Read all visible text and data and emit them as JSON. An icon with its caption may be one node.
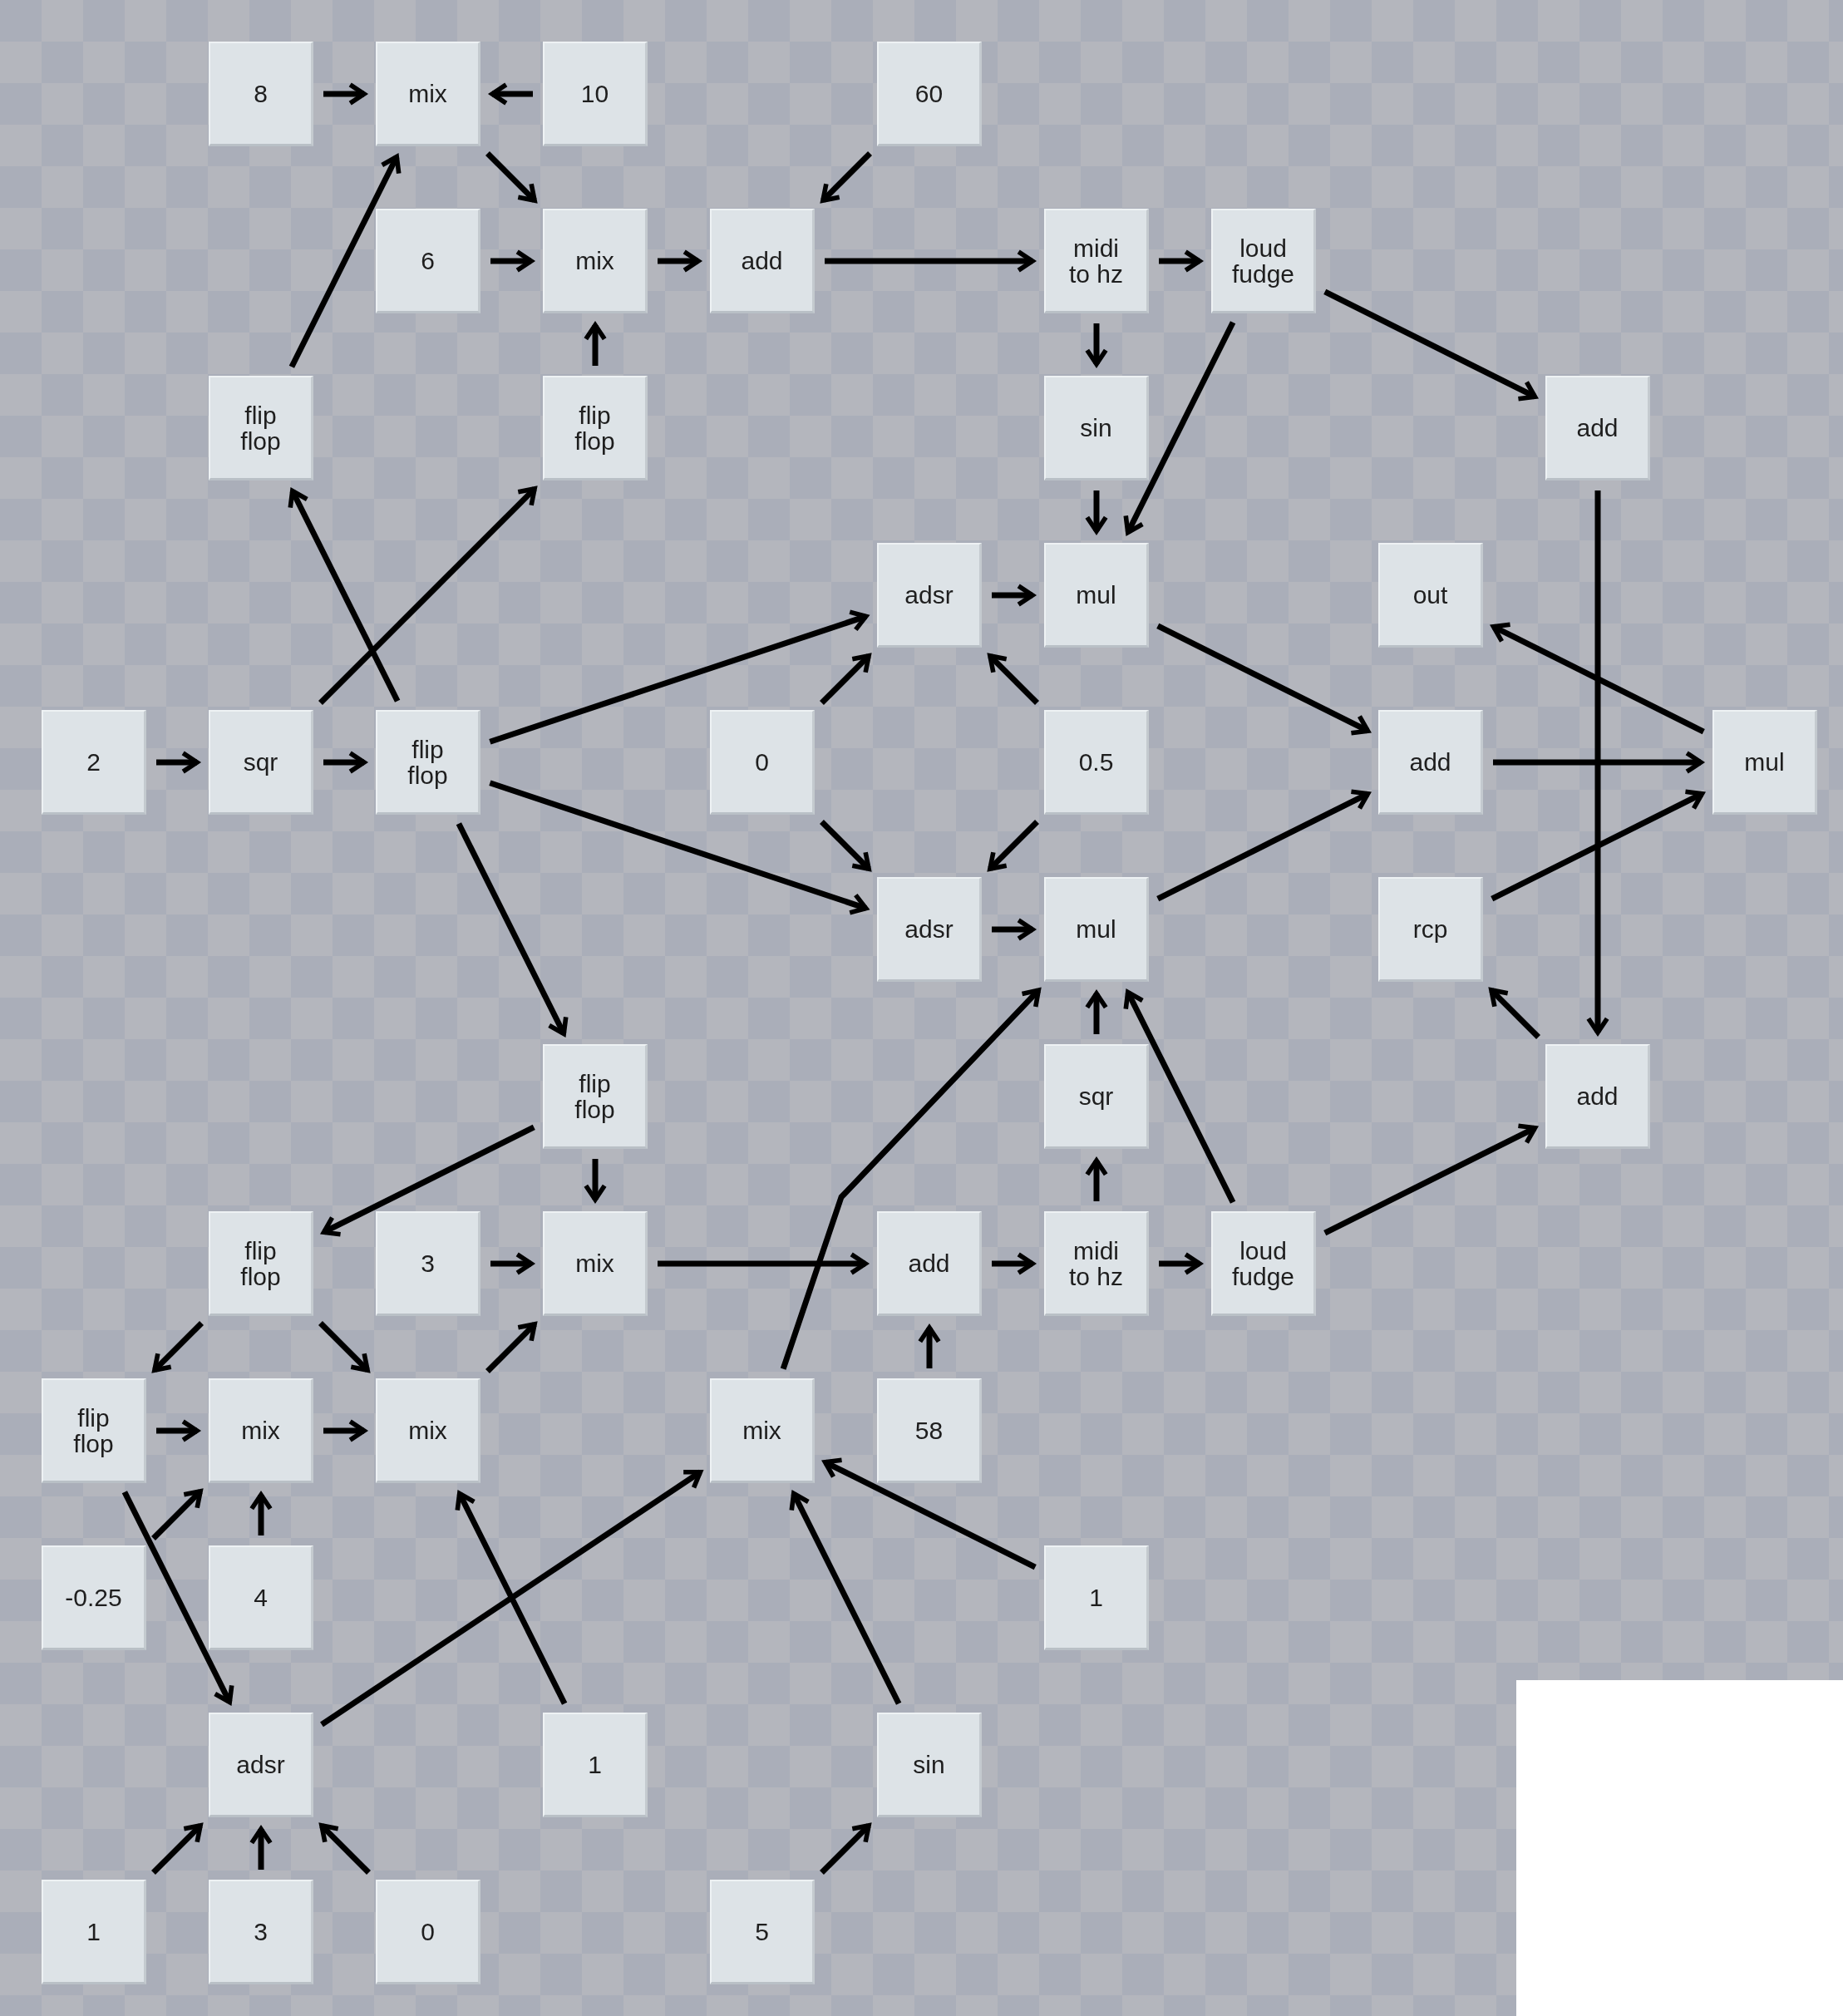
{
  "diagram": {
    "nodes": [
      {
        "text": [
          "8"
        ]
      },
      {
        "text": [
          "mix"
        ]
      },
      {
        "text": [
          "10"
        ]
      },
      {
        "text": [
          "60"
        ]
      },
      {
        "text": [
          "6"
        ]
      },
      {
        "text": [
          "mix"
        ]
      },
      {
        "text": [
          "add"
        ]
      },
      {
        "text": [
          "midi to hz"
        ]
      },
      {
        "text": [
          "loud fudge"
        ]
      },
      {
        "text": [
          "flip flop"
        ]
      },
      {
        "text": [
          "flip flop"
        ]
      },
      {
        "text": [
          "sin"
        ]
      },
      {
        "text": [
          "add"
        ]
      },
      {
        "text": [
          "adsr"
        ]
      },
      {
        "text": [
          "mul"
        ]
      },
      {
        "text": [
          "out"
        ]
      },
      {
        "text": [
          "2"
        ]
      },
      {
        "text": [
          "sqr"
        ]
      },
      {
        "text": [
          "flip flop"
        ]
      },
      {
        "text": [
          "0"
        ]
      },
      {
        "text": [
          "0.5"
        ]
      },
      {
        "text": [
          "add"
        ]
      },
      {
        "text": [
          "mul"
        ]
      },
      {
        "text": [
          "adsr"
        ]
      },
      {
        "text": [
          "mul"
        ]
      },
      {
        "text": [
          "rcp"
        ]
      },
      {
        "text": [
          "flip flop"
        ]
      },
      {
        "text": [
          "sqr"
        ]
      },
      {
        "text": [
          "add"
        ]
      },
      {
        "text": [
          "flip flop"
        ]
      },
      {
        "text": [
          "3"
        ]
      },
      {
        "text": [
          "mix"
        ]
      },
      {
        "text": [
          "add"
        ]
      },
      {
        "text": [
          "midi to hz"
        ]
      },
      {
        "text": [
          "loud fudge"
        ]
      },
      {
        "text": [
          "flip flop"
        ]
      },
      {
        "text": [
          "mix"
        ]
      },
      {
        "text": [
          "mix"
        ]
      },
      {
        "text": [
          "mix"
        ]
      },
      {
        "text": [
          "58"
        ]
      },
      {
        "text": [
          "-0.25"
        ]
      },
      {
        "text": [
          "4"
        ]
      },
      {
        "text": [
          "1"
        ]
      },
      {
        "text": [
          "adsr"
        ]
      },
      {
        "text": [
          "1"
        ]
      },
      {
        "text": [
          "sin"
        ]
      },
      {
        "text": [
          "1"
        ]
      },
      {
        "text": [
          "3"
        ]
      },
      {
        "text": [
          "0"
        ]
      },
      {
        "text": [
          "5"
        ]
      }
    ],
    "edges": [
      {
        "from": 0,
        "to": 1,
        "arrow": "to"
      },
      {
        "from": 2,
        "to": 1,
        "arrow": "to"
      },
      {
        "from": 1,
        "to": 5,
        "arrow": "to"
      },
      {
        "from": 3,
        "to": 6,
        "arrow": "to"
      },
      {
        "from": 4,
        "to": 5,
        "arrow": "to"
      },
      {
        "from": 5,
        "to": 6,
        "arrow": "to"
      },
      {
        "from": 6,
        "to": 7,
        "arrow": "to"
      },
      {
        "from": 7,
        "to": 8,
        "arrow": "to"
      },
      {
        "from": 7,
        "to": 11,
        "arrow": "to"
      },
      {
        "from": 8,
        "to": 14,
        "arrow": "to"
      },
      {
        "from": 8,
        "to": 12,
        "arrow": "to"
      },
      {
        "from": 10,
        "to": 5,
        "arrow": "to"
      },
      {
        "from": 9,
        "to": 1,
        "arrow": "to"
      },
      {
        "from": 11,
        "to": 14,
        "arrow": "to"
      },
      {
        "from": 12,
        "to": 28,
        "arrow": "to"
      },
      {
        "from": 13,
        "to": 14,
        "arrow": "to"
      },
      {
        "from": 14,
        "to": 21,
        "arrow": "to"
      },
      {
        "from": 22,
        "to": 15,
        "arrow": "to"
      },
      {
        "from": 21,
        "to": 22,
        "arrow": "to"
      },
      {
        "from": 25,
        "to": 22,
        "arrow": "to"
      },
      {
        "from": 24,
        "to": 21,
        "arrow": "to"
      },
      {
        "from": 28,
        "to": 25,
        "arrow": "to"
      },
      {
        "from": 34,
        "to": 28,
        "arrow": "to"
      },
      {
        "from": 16,
        "to": 17,
        "arrow": "to"
      },
      {
        "from": 17,
        "to": 18,
        "arrow": "to"
      },
      {
        "from": 17,
        "to": 10,
        "arrow": "to"
      },
      {
        "from": 18,
        "to": 9,
        "arrow": "to"
      },
      {
        "from": 18,
        "to": 13,
        "arrow": "to"
      },
      {
        "from": 18,
        "to": 23,
        "arrow": "to"
      },
      {
        "from": 18,
        "to": 26,
        "arrow": "to"
      },
      {
        "from": 19,
        "to": 13,
        "arrow": "to"
      },
      {
        "from": 19,
        "to": 23,
        "arrow": "to"
      },
      {
        "from": 20,
        "to": 13,
        "arrow": "to"
      },
      {
        "from": 20,
        "to": 23,
        "arrow": "to"
      },
      {
        "from": 23,
        "to": 24,
        "arrow": "to"
      },
      {
        "from": 27,
        "to": 24,
        "arrow": "to"
      },
      {
        "from": 33,
        "to": 27,
        "arrow": "to"
      },
      {
        "from": 34,
        "to": 24,
        "arrow": "to"
      },
      {
        "from": 38,
        "to": 24,
        "arrow": "to"
      },
      {
        "from": 26,
        "to": 31,
        "arrow": "to"
      },
      {
        "from": 26,
        "to": 29,
        "arrow": "to"
      },
      {
        "from": 30,
        "to": 31,
        "arrow": "to"
      },
      {
        "from": 31,
        "to": 32,
        "arrow": "to"
      },
      {
        "from": 32,
        "to": 33,
        "arrow": "to"
      },
      {
        "from": 33,
        "to": 34,
        "arrow": "to"
      },
      {
        "from": 39,
        "to": 32,
        "arrow": "to"
      },
      {
        "from": 29,
        "to": 35,
        "arrow": "to"
      },
      {
        "from": 29,
        "to": 37,
        "arrow": "to"
      },
      {
        "from": 37,
        "to": 31,
        "arrow": "to"
      },
      {
        "from": 35,
        "to": 36,
        "arrow": "to"
      },
      {
        "from": 36,
        "to": 37,
        "arrow": "to"
      },
      {
        "from": 40,
        "to": 36,
        "arrow": "to"
      },
      {
        "from": 41,
        "to": 36,
        "arrow": "to"
      },
      {
        "from": 35,
        "to": 43,
        "arrow": "to"
      },
      {
        "from": 43,
        "to": 38,
        "arrow": "to"
      },
      {
        "from": 44,
        "to": 37,
        "arrow": "to"
      },
      {
        "from": 42,
        "to": 38,
        "arrow": "to"
      },
      {
        "from": 45,
        "to": 38,
        "arrow": "to"
      },
      {
        "from": 46,
        "to": 43,
        "arrow": "to"
      },
      {
        "from": 47,
        "to": 43,
        "arrow": "to"
      },
      {
        "from": 48,
        "to": 43,
        "arrow": "to"
      },
      {
        "from": 49,
        "to": 45,
        "arrow": "to"
      }
    ]
  }
}
